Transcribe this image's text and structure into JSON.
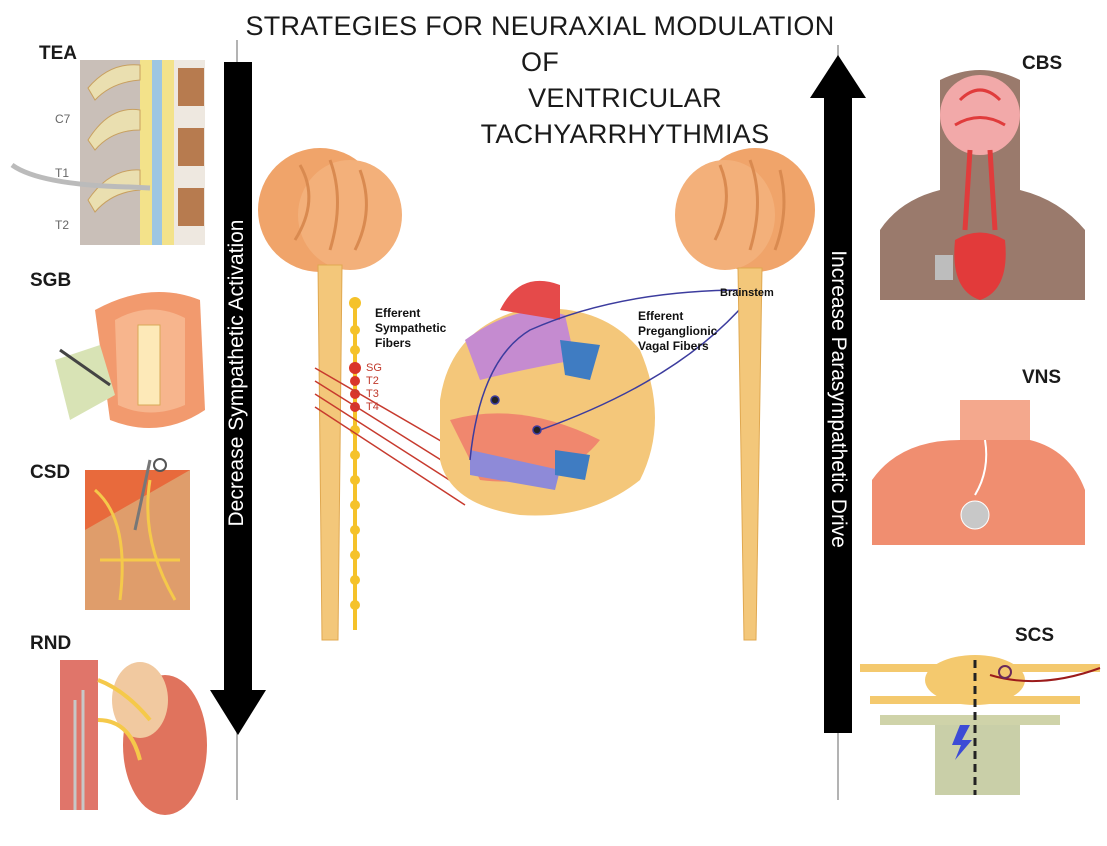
{
  "title": {
    "line1": "STRATEGIES FOR NEURAXIAL MODULATION OF",
    "line2": "VENTRICULAR TACHYARRHYTHMIAS"
  },
  "left_panels": {
    "tea": "TEA",
    "sgb": "SGB",
    "csd": "CSD",
    "rnd": "RND"
  },
  "right_panels": {
    "cbs": "CBS",
    "vns": "VNS",
    "scs": "SCS"
  },
  "vertebra_labels": [
    "C7",
    "T1",
    "T2"
  ],
  "left_arrow_text": "Decrease Sympathetic Activation",
  "right_arrow_text": "Increase Parasympathetic Drive",
  "center": {
    "efferent_sympathetic": [
      "Efferent",
      "Sympathetic",
      "Fibers"
    ],
    "efferent_vagal": [
      "Efferent",
      "Preganglionic",
      "Vagal Fibers"
    ],
    "brainstem": "Brainstem",
    "ganglia": [
      "SG",
      "T2",
      "T3",
      "T4"
    ]
  }
}
